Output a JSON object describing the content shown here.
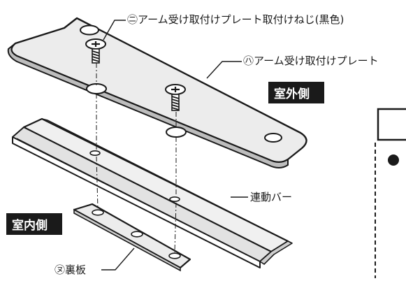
{
  "labels": {
    "screw": "㊁アーム受け取付けプレート取付けねじ(黒色)",
    "plate": "㋩アーム受け取付けプレート",
    "bar": "連動バー",
    "back_plate": "㋦裏板"
  },
  "tags": {
    "outside": "室外側",
    "inside": "室内側"
  },
  "colors": {
    "tag_background": "#1a1a1a",
    "plate_fill": "#ececec",
    "line": "#1a1a1a"
  },
  "icons": {
    "screw": "phillips-screw-icon",
    "hole": "mounting-hole-icon"
  }
}
